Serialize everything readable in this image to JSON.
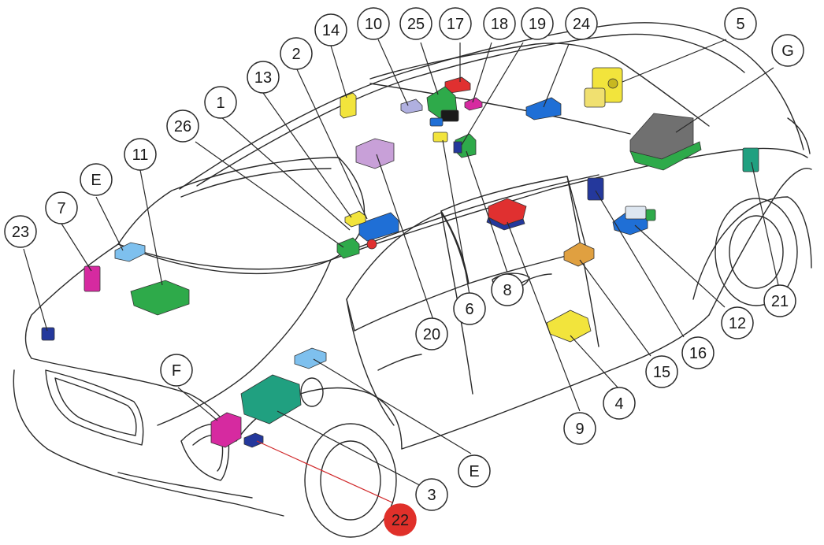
{
  "callouts": [
    {
      "label": "1"
    },
    {
      "label": "2"
    },
    {
      "label": "3"
    },
    {
      "label": "4"
    },
    {
      "label": "5"
    },
    {
      "label": "6"
    },
    {
      "label": "7"
    },
    {
      "label": "8"
    },
    {
      "label": "9"
    },
    {
      "label": "10"
    },
    {
      "label": "11"
    },
    {
      "label": "12"
    },
    {
      "label": "13"
    },
    {
      "label": "14"
    },
    {
      "label": "15"
    },
    {
      "label": "16"
    },
    {
      "label": "17"
    },
    {
      "label": "18"
    },
    {
      "label": "19"
    },
    {
      "label": "20"
    },
    {
      "label": "21"
    },
    {
      "label": "22",
      "highlighted": true
    },
    {
      "label": "23"
    },
    {
      "label": "24"
    },
    {
      "label": "25"
    },
    {
      "label": "26"
    },
    {
      "label": "E"
    },
    {
      "label": "E"
    },
    {
      "label": "F"
    },
    {
      "label": "G"
    }
  ],
  "colors": {
    "outline": "#2a2a2a",
    "highlight_fill": "#e0302a",
    "highlight_line": "#d0282a",
    "module_yellow": "#f2e43c",
    "module_blue": "#1f6fd6",
    "module_light_blue": "#7ec0ee",
    "module_green": "#2eaa4a",
    "module_red": "#e03030",
    "module_magenta": "#d62aa0",
    "module_purple": "#c8a0d8",
    "module_gray": "#707070",
    "module_teal": "#20a080",
    "module_orange": "#e0a040",
    "module_navy": "#24389c"
  }
}
